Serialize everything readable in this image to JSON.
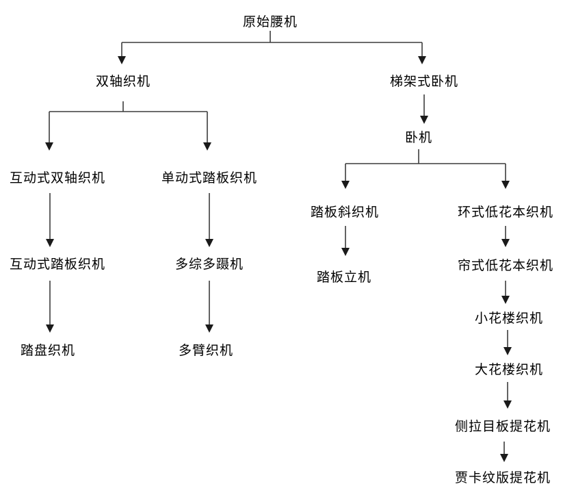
{
  "diagram": {
    "type": "tree-flowchart",
    "language": "zh-CN",
    "colors": {
      "background": "#ffffff",
      "line": "#3c3c3c",
      "arrowhead": "#1a1a1a",
      "text": "#000000"
    }
  },
  "nodes": [
    {
      "label": "原始腰机"
    },
    {
      "label": "双轴织机"
    },
    {
      "label": "梯架式卧机"
    },
    {
      "label": "卧机"
    },
    {
      "label": "互动式双轴织机"
    },
    {
      "label": "单动式踏板织机"
    },
    {
      "label": "踏板斜织机"
    },
    {
      "label": "环式低花本织机"
    },
    {
      "label": "互动式踏板织机"
    },
    {
      "label": "多综多蹑机"
    },
    {
      "label": "踏板立机"
    },
    {
      "label": "帘式低花本织机"
    },
    {
      "label": "小花楼织机"
    },
    {
      "label": "踏盘织机"
    },
    {
      "label": "多臂织机"
    },
    {
      "label": "大花楼织机"
    },
    {
      "label": "侧拉目板提花机"
    },
    {
      "label": "贾卡纹版提花机"
    }
  ],
  "edges": [
    {
      "from": "原始腰机",
      "to": "双轴织机"
    },
    {
      "from": "原始腰机",
      "to": "梯架式卧机"
    },
    {
      "from": "双轴织机",
      "to": "互动式双轴织机"
    },
    {
      "from": "双轴织机",
      "to": "单动式踏板织机"
    },
    {
      "from": "互动式双轴织机",
      "to": "互动式踏板织机"
    },
    {
      "from": "互动式踏板织机",
      "to": "踏盘织机"
    },
    {
      "from": "单动式踏板织机",
      "to": "多综多蹑机"
    },
    {
      "from": "多综多蹑机",
      "to": "多臂织机"
    },
    {
      "from": "梯架式卧机",
      "to": "卧机"
    },
    {
      "from": "卧机",
      "to": "踏板斜织机"
    },
    {
      "from": "卧机",
      "to": "环式低花本织机"
    },
    {
      "from": "踏板斜织机",
      "to": "踏板立机"
    },
    {
      "from": "环式低花本织机",
      "to": "帘式低花本织机"
    },
    {
      "from": "帘式低花本织机",
      "to": "小花楼织机"
    },
    {
      "from": "小花楼织机",
      "to": "大花楼织机"
    },
    {
      "from": "大花楼织机",
      "to": "侧拉目板提花机"
    },
    {
      "from": "侧拉目板提花机",
      "to": "贾卡纹版提花机"
    }
  ]
}
